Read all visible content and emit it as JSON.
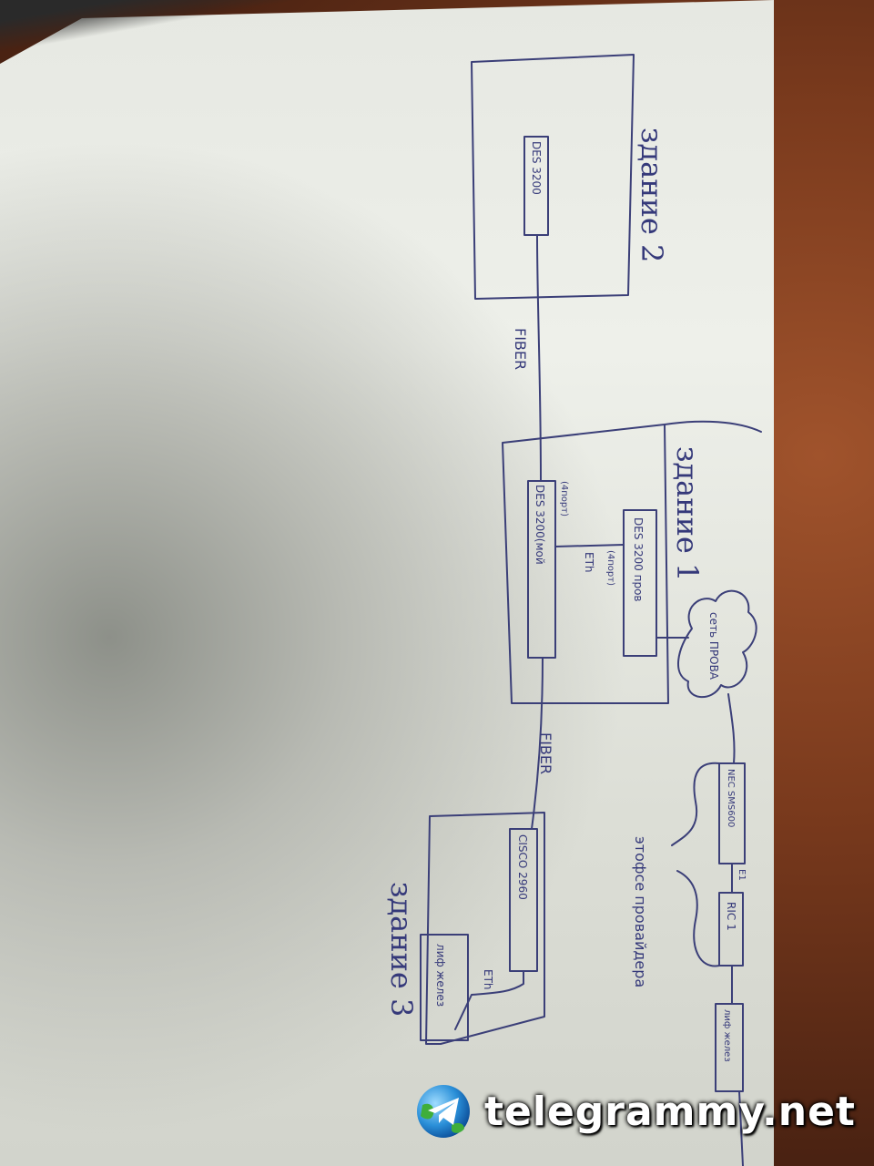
{
  "buildings": {
    "b1": {
      "label": "здание 1"
    },
    "b2": {
      "label": "здание 2"
    },
    "b3": {
      "label": "здание 3"
    }
  },
  "devices": {
    "des_b2": "DES 3200",
    "des_prov": "DES 3200 пров",
    "des_b1": "DES 3200(мой",
    "cisco": "CISCO 2960",
    "nec": "NEC SMS600",
    "ric": "RIC 1",
    "elev_b3": "лиф желез",
    "elev_prov": "лиф желез"
  },
  "labels": {
    "fiber_top": "FIBER",
    "fiber_bottom": "FIBER",
    "port_prov": "(4порт)",
    "port_b1": "(4порт)",
    "eth_b1": "ETh",
    "eth_b3": "ETh",
    "e1": "E1",
    "cloud": "сеть ПРОВА",
    "office": "этофсе провайдера"
  },
  "watermark": {
    "text": "telegrammy.net"
  },
  "colors": {
    "ink": "#3b3f78",
    "paper": "#e9ebe5",
    "table": "#7a3a1d"
  }
}
